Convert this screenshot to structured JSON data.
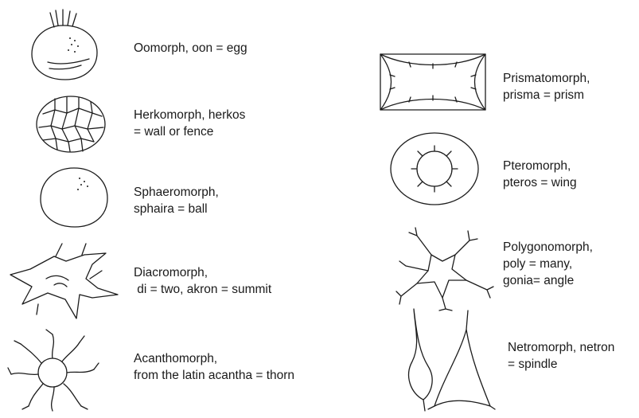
{
  "items": [
    {
      "name": "Oomorph",
      "lines": [
        "Oomorph, oon = egg"
      ]
    },
    {
      "name": "Herkomorph",
      "lines": [
        "Herkomorph, herkos",
        "= wall or fence"
      ]
    },
    {
      "name": "Sphaeromorph",
      "lines": [
        "Sphaeromorph,",
        "sphaira = ball"
      ]
    },
    {
      "name": "Diacromorph",
      "lines": [
        "Diacromorph,",
        " di = two, akron = summit"
      ]
    },
    {
      "name": "Acanthomorph",
      "lines": [
        "Acanthomorph,",
        "from the latin acantha = thorn"
      ]
    },
    {
      "name": "Prismatomorph",
      "lines": [
        "Prismatomorph,",
        "prisma = prism"
      ]
    },
    {
      "name": "Pteromorph",
      "lines": [
        "Pteromorph,",
        "pteros = wing"
      ]
    },
    {
      "name": "Polygonomorph",
      "lines": [
        "Polygonomorph,",
        "poly = many,",
        "gonia= angle"
      ]
    },
    {
      "name": "Netromorph",
      "lines": [
        "Netromorph, netron",
        "= spindle"
      ]
    }
  ]
}
